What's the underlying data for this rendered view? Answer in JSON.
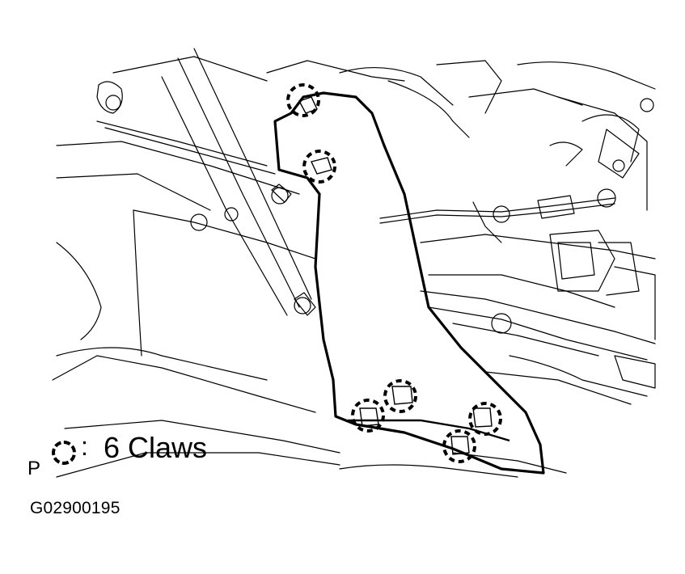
{
  "legend": {
    "prefix": "P",
    "separator": ":",
    "text": "6 Claws"
  },
  "figure_code": "G02900195",
  "claw_count": 6
}
